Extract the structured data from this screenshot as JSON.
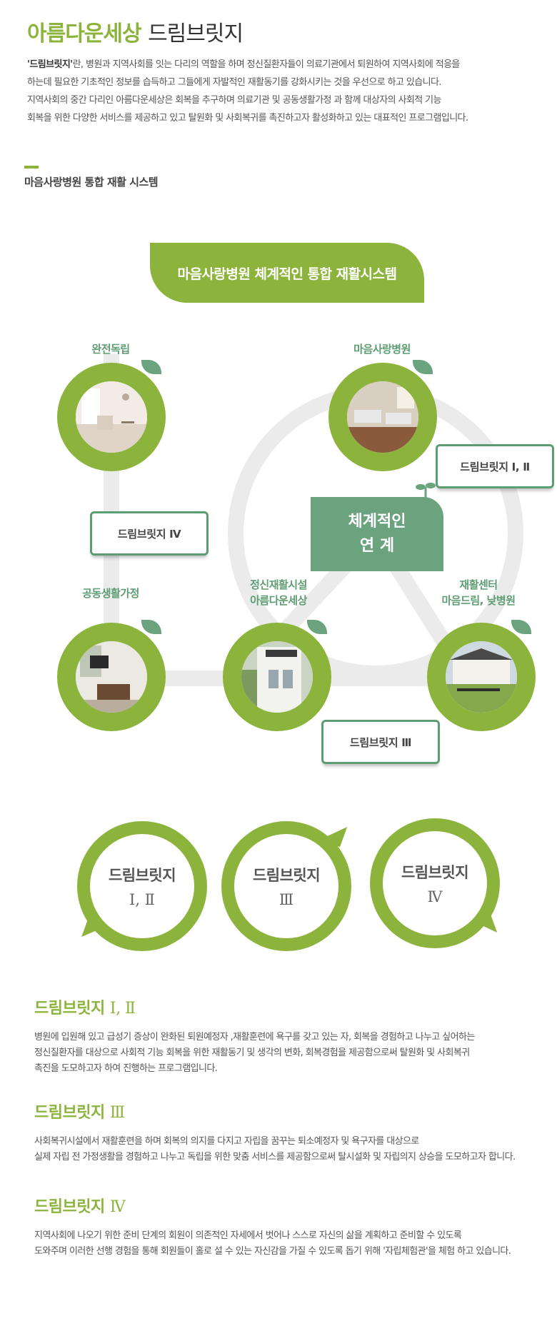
{
  "header": {
    "title_green": "아름다운세상",
    "title_dark": "드림브릿지"
  },
  "intro": {
    "bold_term": "'드림브릿지'",
    "line1_rest": "란, 병원과 지역사회를 잇는 다리의 역할을 하며 정신질환자들이 의료기관에서 퇴원하여 지역사회에 적응을",
    "line2": "하는데 필요한 기초적인 정보를 습득하고 그들에게 자발적인 재활동기를 강화시키는 것을 우선으로 하고 있습니다.",
    "line3": "지역사회의 중간 다리인 아름다운세상은 회복을 추구하며 의료기관 및 공동생활가정 과 함께 대상자의 사회적 기능",
    "line4": "회복을 위한 다양한 서비스를 제공하고 있고 탈원화 및 사회복귀를 촉진하고자 활성화하고 있는 대표적인 프로그램입니다."
  },
  "section": {
    "title": "마음사랑병원 통합 재활 시스템"
  },
  "diagram": {
    "banner": "마음사랑병원 체계적인 통합 재활시스템",
    "center_line1": "체계적인",
    "center_line2": "연 계",
    "nodes": {
      "independence": "완전독립",
      "hospital": "마음사랑병원",
      "group_home_label": "공동생활가정",
      "facility_line1": "정신재활시설",
      "facility_line2": "아름다운세상",
      "rehab_line1": "재활센터",
      "rehab_line2": "마음드림, 낮병원"
    },
    "tags": {
      "db12": "드림브릿지 Ⅰ, Ⅱ",
      "db4": "드림브릿지 Ⅳ",
      "db3": "드림브릿지 Ⅲ"
    }
  },
  "bubbles": [
    {
      "title": "드림브릿지",
      "sub": "Ⅰ, Ⅱ"
    },
    {
      "title": "드림브릿지",
      "sub": "Ⅲ"
    },
    {
      "title": "드림브릿지",
      "sub": "Ⅳ"
    }
  ],
  "programs": [
    {
      "title": "드림브릿지",
      "num": "Ⅰ, Ⅱ",
      "lines": [
        "병원에 입원해 있고 급성기 증상이 완화된 퇴원예정자 ,재활훈련에 욕구를 갖고 있는 자, 회복을 경험하고 나누고 싶어하는",
        "정신질환자를 대상으로 사회적 기능 회복을 위한 재활동기 및 생각의 변화, 회복경험을 제공함으로써 탈원화 및 사회복귀",
        "촉진을 도모하고자 하여 진행하는 프로그램입니다."
      ]
    },
    {
      "title": "드림브릿지",
      "num": "Ⅲ",
      "lines": [
        "사회복귀시설에서 재활훈련을 하며 회복의 의지를 다지고 자립을 꿈꾸는 퇴소예정자 및 욕구자를 대상으로",
        "실제 자립 전 가정생활을 경험하고 나누고 독립을 위한 맞춤 서비스를 제공함으로써 탈시설화 및 자립의지 상승을 도모하고자 합니다."
      ]
    },
    {
      "title": "드림브릿지",
      "num": "Ⅳ",
      "lines": [
        "지역사회에 나오기 위한 준비 단계의 회원이 의존적인 자세에서 벗어나 스스로 자신의 삶을 계획하고 준비할 수 있도록",
        "도와주며 이러한 선행 경험을 통해 회원들이 홀로 설 수 있는 자신감을 가질 수 있도록 돕기 위해 '자립체험관'을 체험 하고  있습니다."
      ]
    }
  ],
  "colors": {
    "accent_green": "#8cb43c",
    "teal_green": "#5e9d73",
    "center_green": "#6aa37d",
    "connector_gray": "#ebebeb"
  }
}
